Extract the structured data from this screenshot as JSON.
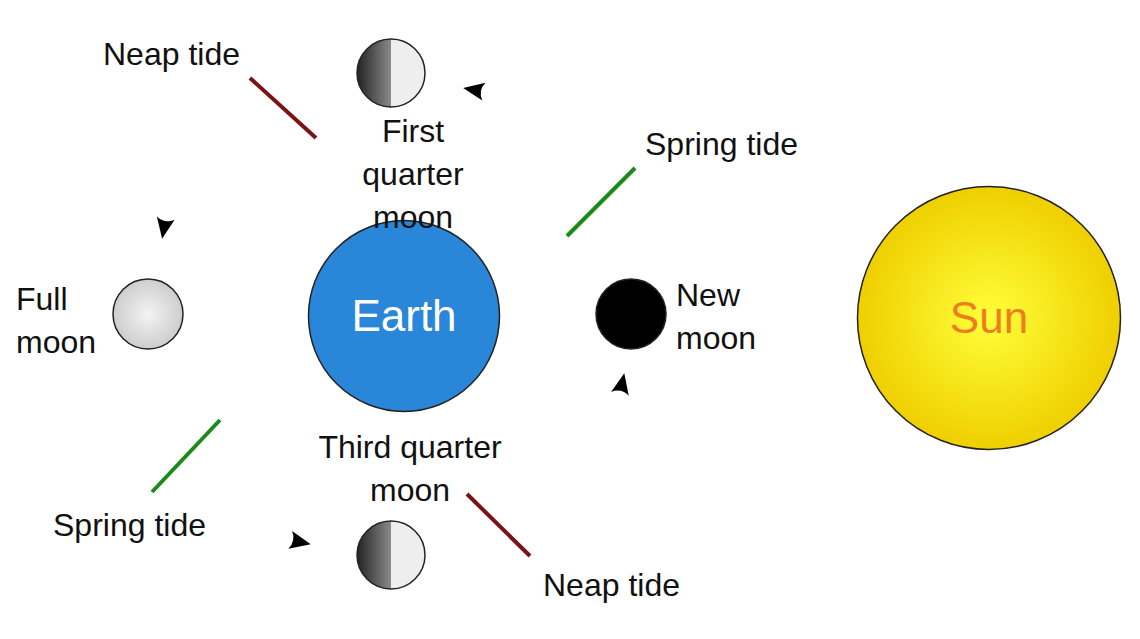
{
  "diagram": {
    "nodes": [
      {
        "text": [
          "First quarter moon"
        ]
      },
      {
        "text": [
          "Full moon"
        ]
      },
      {
        "text": [
          "Earth"
        ]
      },
      {
        "text": [
          "New moon"
        ]
      },
      {
        "text": [
          "Sun"
        ]
      },
      {
        "text": [
          "Third quarter moon"
        ]
      }
    ],
    "labels": [
      "Neap tide",
      "Spring tide",
      "Spring tide",
      "Neap tide"
    ]
  }
}
